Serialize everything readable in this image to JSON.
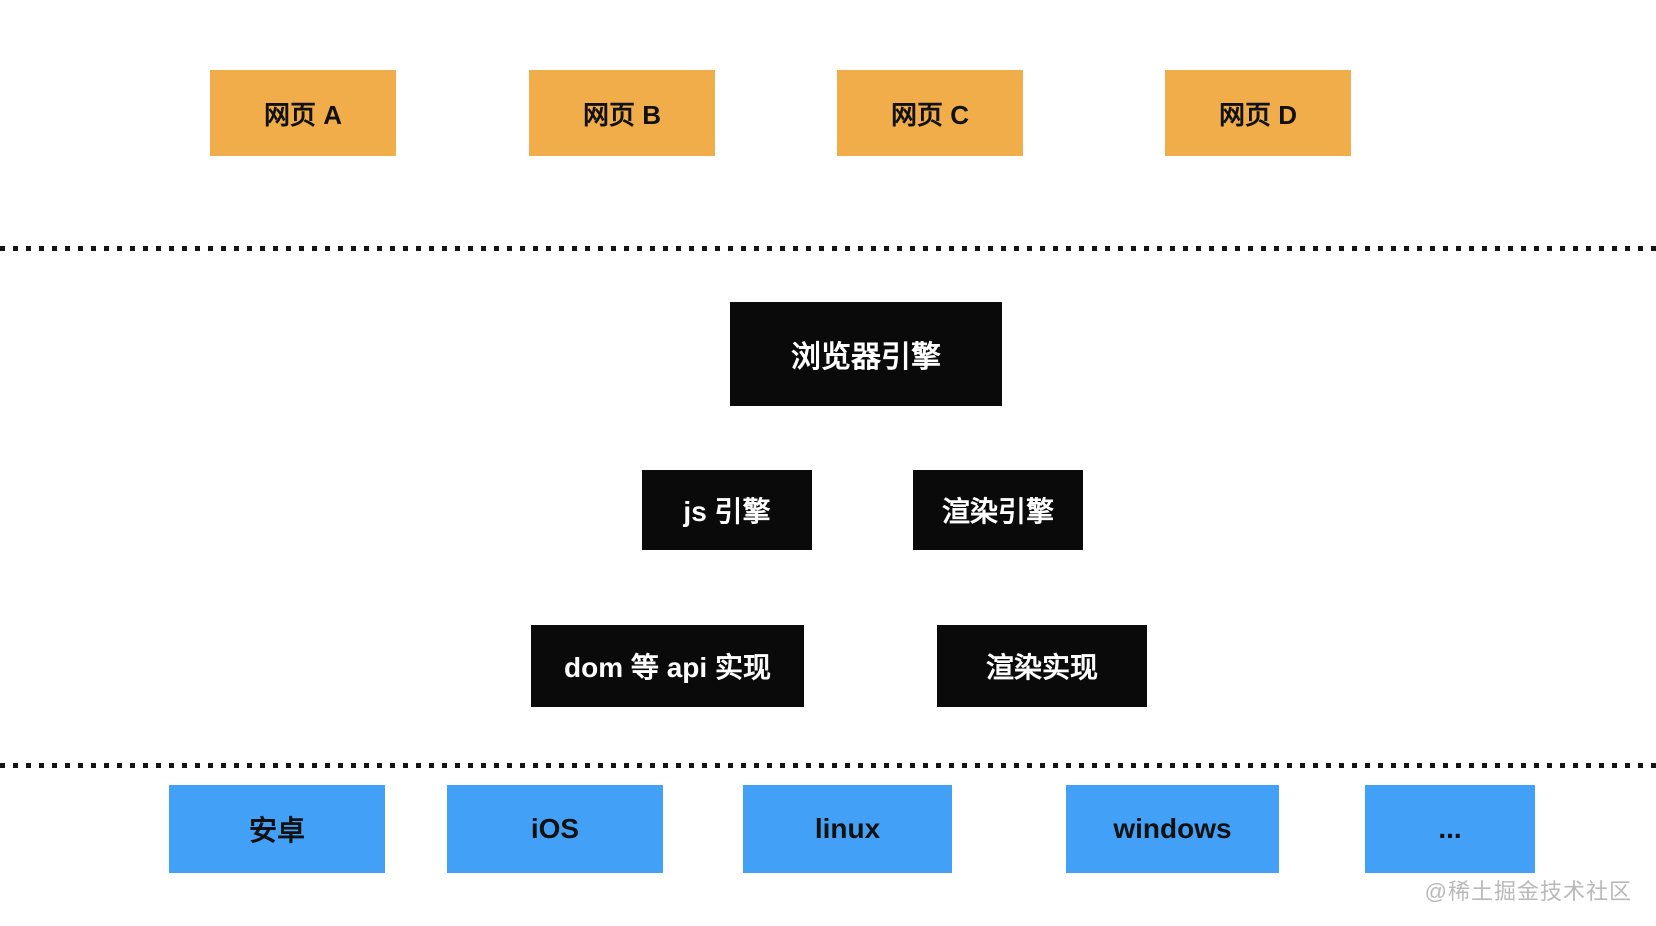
{
  "diagram": {
    "pages": [
      {
        "label": "网页 A"
      },
      {
        "label": "网页 B"
      },
      {
        "label": "网页 C"
      },
      {
        "label": "网页 D"
      }
    ],
    "browser_engine": {
      "label": "浏览器引擎"
    },
    "engine_row": [
      {
        "label": "js 引擎"
      },
      {
        "label": "渲染引擎"
      }
    ],
    "impl_row": [
      {
        "label": "dom 等 api 实现"
      },
      {
        "label": "渲染实现"
      }
    ],
    "platforms": [
      {
        "label": "安卓"
      },
      {
        "label": "iOS"
      },
      {
        "label": "linux"
      },
      {
        "label": "windows"
      },
      {
        "label": "..."
      }
    ],
    "watermark": "@稀土掘金技术社区",
    "colors": {
      "page_background": "#ffffff",
      "webpage_box": "#f0ad4a",
      "engine_box": "#0a0a0a",
      "engine_text": "#ffffff",
      "platform_box": "#42a0f7",
      "separator_dots": "#141414",
      "watermark_text": "#b9b9b9"
    }
  }
}
